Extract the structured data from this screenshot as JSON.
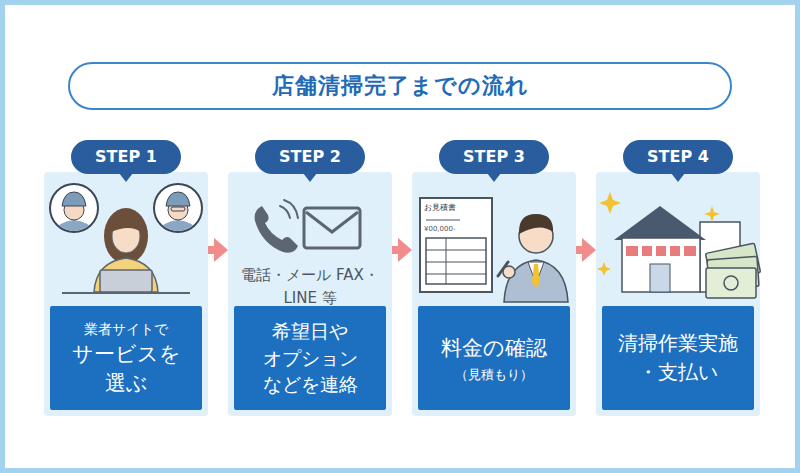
{
  "diagram": {
    "title": "店舗清掃完了までの流れ",
    "nodes": [
      {
        "text": [
          "STEP 1"
        ]
      },
      {
        "text": [
          "業者サイトで",
          "サービスを 選ぶ"
        ],
        "in": 0
      },
      {
        "text": [
          "STEP 2"
        ]
      },
      {
        "text": [
          "希望日や オプション などを連絡"
        ],
        "in": 2
      },
      {
        "text": [
          "STEP 3"
        ]
      },
      {
        "text": [
          "料金の確認",
          "（見積もり）"
        ],
        "in": 4
      },
      {
        "text": [
          "STEP 4"
        ]
      },
      {
        "text": [
          "清掃作業実施 ・支払い"
        ],
        "in": 6
      }
    ],
    "edges": [
      {
        "from": 0,
        "to": 2,
        "arrow": "to"
      },
      {
        "from": 2,
        "to": 4,
        "arrow": "to"
      },
      {
        "from": 4,
        "to": 6,
        "arrow": "to"
      }
    ],
    "labels": [
      "電話・メール FAX・LINE 等",
      "お見積書",
      "¥00,000-"
    ]
  }
}
